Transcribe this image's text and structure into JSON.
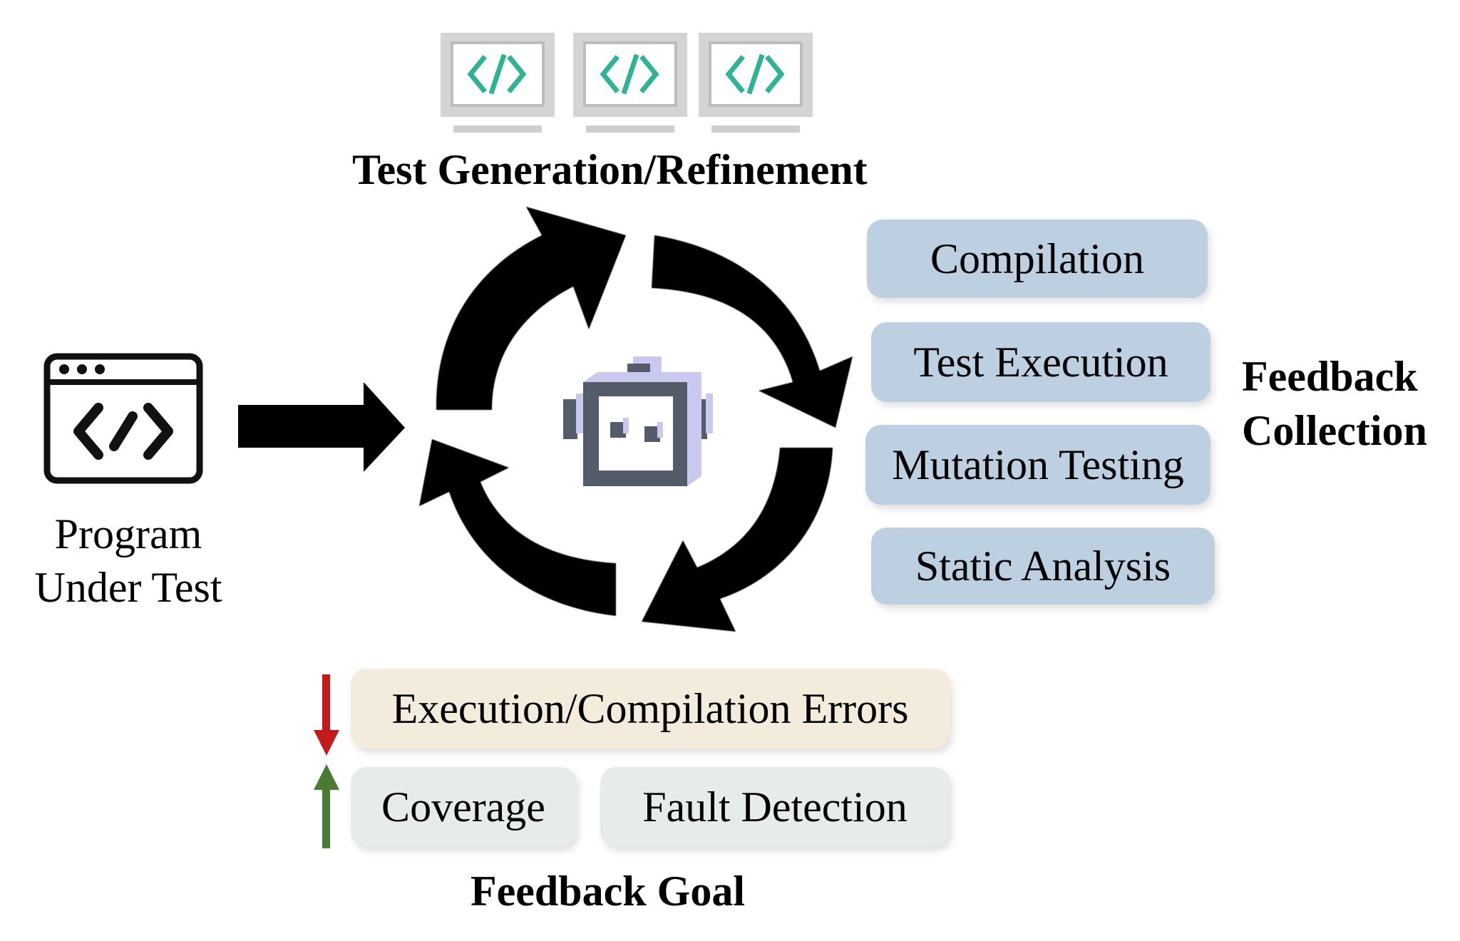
{
  "generation": {
    "title": "Test Generation/Refinement"
  },
  "program": {
    "label_line1": "Program",
    "label_line2": "Under Test"
  },
  "collection": {
    "title_line1": "Feedback",
    "title_line2": "Collection",
    "items": [
      "Compilation",
      "Test Execution",
      "Mutation Testing",
      "Static Analysis"
    ]
  },
  "goal": {
    "title": "Feedback Goal",
    "decrease": [
      "Execution/Compilation Errors"
    ],
    "increase": [
      "Coverage",
      "Fault Detection"
    ]
  },
  "colors": {
    "code_icon": "#2fb394",
    "collection_box": "#bcd0e2",
    "error_box": "#f3ecdc",
    "goal_box": "#e6eceb",
    "down_arrow": "#c21b1b",
    "up_arrow": "#4a7a33",
    "robot": "#545c69",
    "robot_side": "#c9c9ef"
  }
}
